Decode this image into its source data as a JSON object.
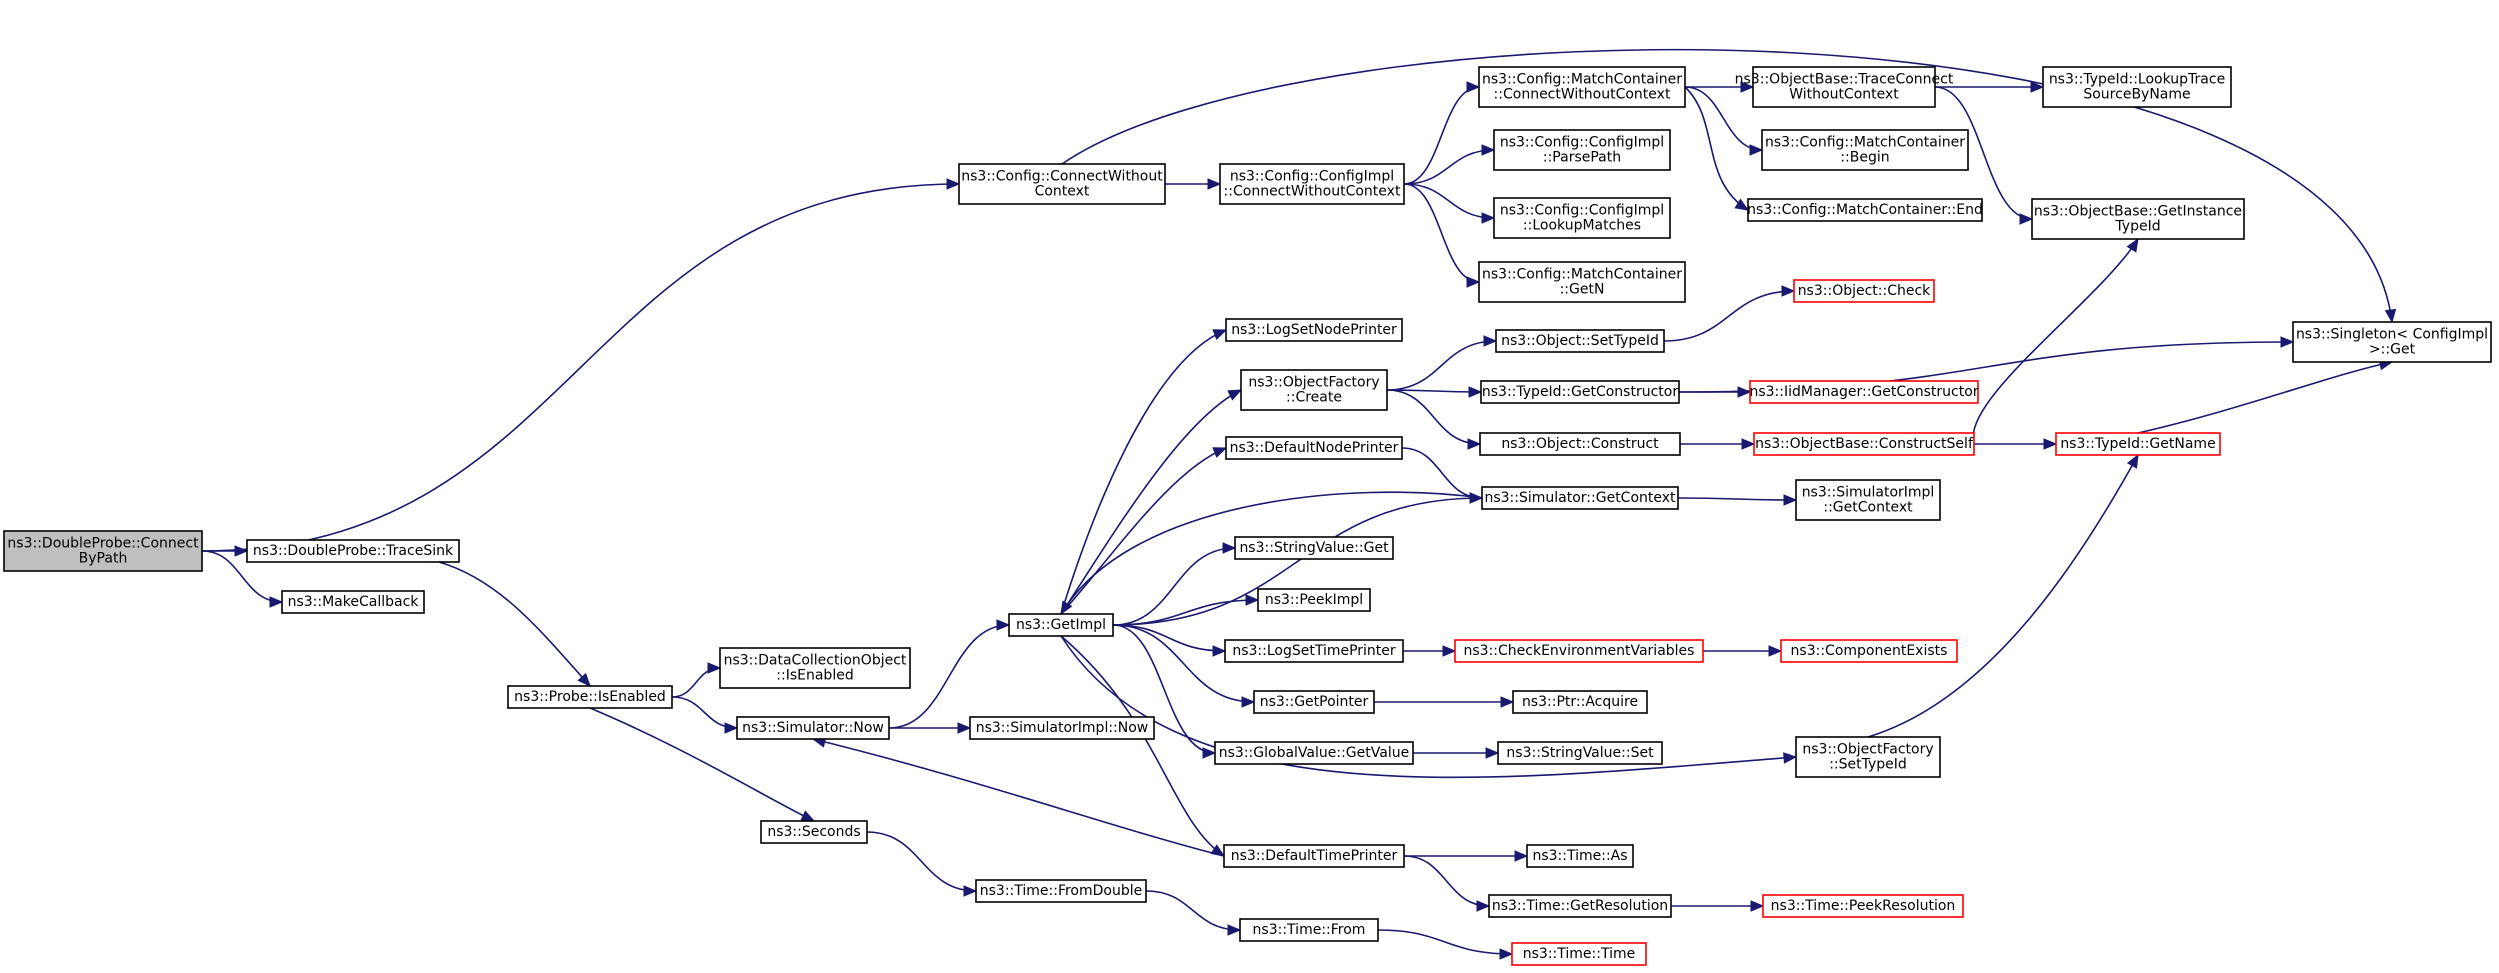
{
  "graph": {
    "nodes": [
      {
        "id": "root",
        "label": "ns3::DoubleProbe::Connect\nByPath",
        "root": true
      },
      {
        "id": "cwc",
        "label": "ns3::Config::ConnectWithout\nContext"
      },
      {
        "id": "ts",
        "label": "ns3::DoubleProbe::TraceSink"
      },
      {
        "id": "mc",
        "label": "ns3::MakeCallback"
      },
      {
        "id": "cicwc",
        "label": "ns3::Config::ConfigImpl\n::ConnectWithoutContext"
      },
      {
        "id": "mccwc",
        "label": "ns3::Config::MatchContainer\n::ConnectWithoutContext"
      },
      {
        "id": "pp",
        "label": "ns3::Config::ConfigImpl\n::ParsePath"
      },
      {
        "id": "lm",
        "label": "ns3::Config::ConfigImpl\n::LookupMatches"
      },
      {
        "id": "getn",
        "label": "ns3::Config::MatchContainer\n::GetN"
      },
      {
        "id": "obtcwc",
        "label": "ns3::ObjectBase::TraceConnect\nWithoutContext"
      },
      {
        "id": "mcbegin",
        "label": "ns3::Config::MatchContainer\n::Begin"
      },
      {
        "id": "mcend",
        "label": "ns3::Config::MatchContainer::End"
      },
      {
        "id": "lts",
        "label": "ns3::TypeId::LookupTrace\nSourceByName"
      },
      {
        "id": "gitid",
        "label": "ns3::ObjectBase::GetInstance\nTypeId"
      },
      {
        "id": "sget",
        "label": "ns3::Singleton< ConfigImpl\n>::Get"
      },
      {
        "id": "pie",
        "label": "ns3::Probe::IsEnabled"
      },
      {
        "id": "dcoie",
        "label": "ns3::DataCollectionObject\n::IsEnabled"
      },
      {
        "id": "snow",
        "label": "ns3::Simulator::Now"
      },
      {
        "id": "secs",
        "label": "ns3::Seconds"
      },
      {
        "id": "sinow",
        "label": "ns3::SimulatorImpl::Now"
      },
      {
        "id": "getimpl",
        "label": "ns3::GetImpl"
      },
      {
        "id": "tfd",
        "label": "ns3::Time::FromDouble"
      },
      {
        "id": "tfrom",
        "label": "ns3::Time::From"
      },
      {
        "id": "ttime",
        "label": "ns3::Time::Time",
        "trunc": true
      },
      {
        "id": "lsnp",
        "label": "ns3::LogSetNodePrinter"
      },
      {
        "id": "ofc",
        "label": "ns3::ObjectFactory\n::Create"
      },
      {
        "id": "dnp",
        "label": "ns3::DefaultNodePrinter"
      },
      {
        "id": "svget",
        "label": "ns3::StringValue::Get"
      },
      {
        "id": "peek",
        "label": "ns3::PeekImpl"
      },
      {
        "id": "lstp",
        "label": "ns3::LogSetTimePrinter"
      },
      {
        "id": "gptr",
        "label": "ns3::GetPointer"
      },
      {
        "id": "gvgv",
        "label": "ns3::GlobalValue::GetValue"
      },
      {
        "id": "dtp",
        "label": "ns3::DefaultTimePrinter"
      },
      {
        "id": "ost",
        "label": "ns3::Object::SetTypeId"
      },
      {
        "id": "tgc",
        "label": "ns3::TypeId::GetConstructor"
      },
      {
        "id": "oc",
        "label": "ns3::Object::Construct"
      },
      {
        "id": "sgc",
        "label": "ns3::Simulator::GetContext"
      },
      {
        "id": "ocheck",
        "label": "ns3::Object::Check",
        "trunc": true
      },
      {
        "id": "iidgc",
        "label": "ns3::IidManager::GetConstructor",
        "trunc": true
      },
      {
        "id": "obcs",
        "label": "ns3::ObjectBase::ConstructSelf",
        "trunc": true
      },
      {
        "id": "tgn",
        "label": "ns3::TypeId::GetName",
        "trunc": true
      },
      {
        "id": "sigc",
        "label": "ns3::SimulatorImpl\n::GetContext"
      },
      {
        "id": "cev",
        "label": "ns3::CheckEnvironmentVariables",
        "trunc": true
      },
      {
        "id": "ce",
        "label": "ns3::ComponentExists",
        "trunc": true
      },
      {
        "id": "pacq",
        "label": "ns3::Ptr::Acquire"
      },
      {
        "id": "svset",
        "label": "ns3::StringValue::Set"
      },
      {
        "id": "ofst",
        "label": "ns3::ObjectFactory\n::SetTypeId"
      },
      {
        "id": "tas",
        "label": "ns3::Time::As"
      },
      {
        "id": "tgr",
        "label": "ns3::Time::GetResolution"
      },
      {
        "id": "tpr",
        "label": "ns3::Time::PeekResolution",
        "trunc": true
      }
    ],
    "edges": [
      [
        "root",
        "cwc"
      ],
      [
        "root",
        "ts"
      ],
      [
        "root",
        "mc"
      ],
      [
        "cwc",
        "cicwc"
      ],
      [
        "cwc",
        "sget"
      ],
      [
        "cicwc",
        "mccwc"
      ],
      [
        "cicwc",
        "pp"
      ],
      [
        "cicwc",
        "lm"
      ],
      [
        "cicwc",
        "getn"
      ],
      [
        "mccwc",
        "obtcwc"
      ],
      [
        "mccwc",
        "mcbegin"
      ],
      [
        "mccwc",
        "mcend"
      ],
      [
        "obtcwc",
        "lts"
      ],
      [
        "obtcwc",
        "gitid"
      ],
      [
        "ts",
        "pie"
      ],
      [
        "pie",
        "dcoie"
      ],
      [
        "pie",
        "snow"
      ],
      [
        "pie",
        "secs"
      ],
      [
        "snow",
        "getimpl"
      ],
      [
        "snow",
        "sinow"
      ],
      [
        "secs",
        "tfd"
      ],
      [
        "tfd",
        "tfrom"
      ],
      [
        "tfrom",
        "ttime"
      ],
      [
        "getimpl",
        "lsnp"
      ],
      [
        "getimpl",
        "ofc"
      ],
      [
        "getimpl",
        "dnp"
      ],
      [
        "getimpl",
        "sgc"
      ],
      [
        "getimpl",
        "svget"
      ],
      [
        "getimpl",
        "peek"
      ],
      [
        "getimpl",
        "lstp"
      ],
      [
        "getimpl",
        "gptr"
      ],
      [
        "getimpl",
        "gvgv"
      ],
      [
        "getimpl",
        "ofst"
      ],
      [
        "getimpl",
        "dtp"
      ],
      [
        "ofc",
        "ost"
      ],
      [
        "ofc",
        "tgc"
      ],
      [
        "ofc",
        "oc"
      ],
      [
        "ost",
        "ocheck"
      ],
      [
        "tgc",
        "iidgc"
      ],
      [
        "tgc",
        "sget"
      ],
      [
        "oc",
        "obcs"
      ],
      [
        "obcs",
        "gitid"
      ],
      [
        "obcs",
        "tgn"
      ],
      [
        "tgn",
        "sget"
      ],
      [
        "dnp",
        "sgc"
      ],
      [
        "sgc",
        "getimpl"
      ],
      [
        "sgc",
        "sigc"
      ],
      [
        "lstp",
        "cev"
      ],
      [
        "cev",
        "ce"
      ],
      [
        "gptr",
        "pacq"
      ],
      [
        "gvgv",
        "svset"
      ],
      [
        "ofst",
        "tgn"
      ],
      [
        "dtp",
        "snow"
      ],
      [
        "dtp",
        "tas"
      ],
      [
        "dtp",
        "tgr"
      ],
      [
        "tgr",
        "tpr"
      ]
    ]
  }
}
